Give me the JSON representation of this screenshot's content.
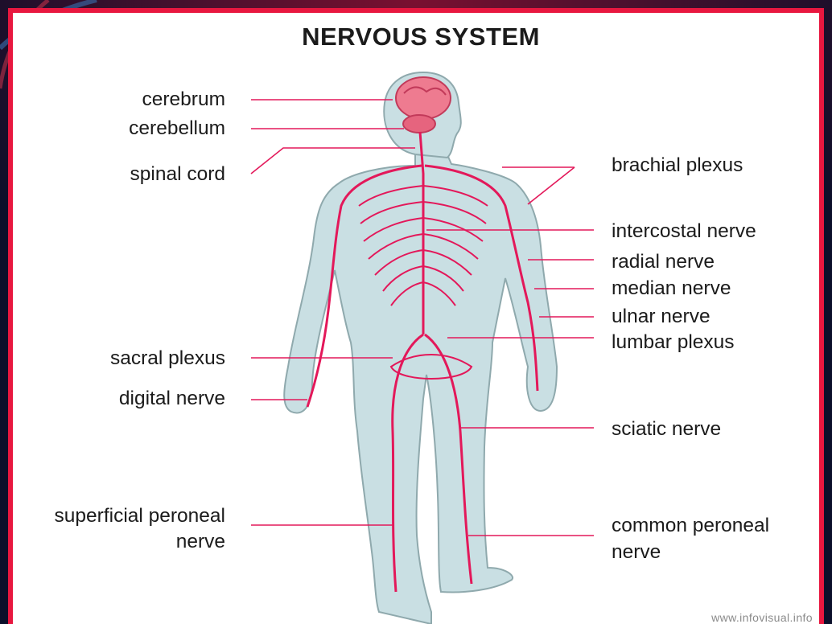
{
  "title": "NERVOUS SYSTEM",
  "labels": {
    "cerebrum": "cerebrum",
    "cerebellum": "cerebellum",
    "spinal_cord": "spinal cord",
    "sacral_plexus": "sacral plexus",
    "digital_nerve": "digital nerve",
    "superficial_peroneal_line1": "superficial peroneal",
    "superficial_peroneal_line2": "nerve",
    "brachial_plexus": "brachial plexus",
    "intercostal_nerve": "intercostal nerve",
    "radial_nerve": "radial nerve",
    "median_nerve": "median nerve",
    "ulnar_nerve": "ulnar nerve",
    "lumbar_plexus": "lumbar plexus",
    "sciatic_nerve": "sciatic nerve",
    "common_peroneal_line1": "common peroneal",
    "common_peroneal_line2": "nerve"
  },
  "watermark": "www.infovisual.info",
  "colors": {
    "frame": "#e8173f",
    "nerve": "#e3185a",
    "body_fill": "#c9dfe3",
    "brain": "#ee7b90",
    "background": "#0d1230"
  }
}
